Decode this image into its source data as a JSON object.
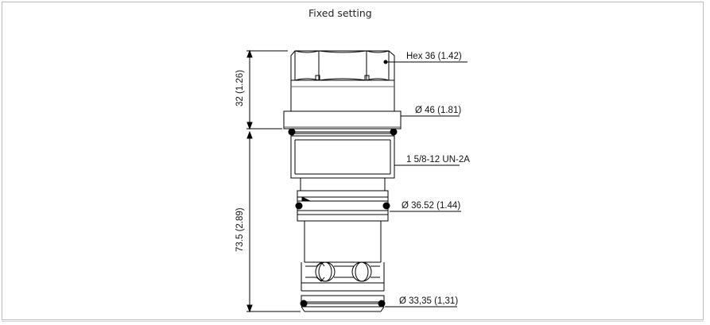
{
  "title": "Fixed setting",
  "dimensions": {
    "hex": "Hex 36 (1.42)",
    "collar_dia": "Ø 46 (1.81)",
    "thread": "1 5/8-12 UN-2A",
    "dia_mid": "Ø 36.52 (1.44)",
    "dia_bottom": "Ø 33,35 (1,31)",
    "height_top": "32 (1.26)",
    "height_body": "73.5 (2.89)"
  }
}
